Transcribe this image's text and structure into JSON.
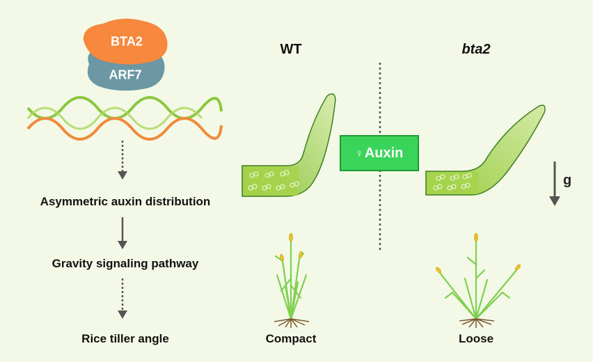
{
  "proteins": {
    "top": "BTA2",
    "bottom": "ARF7"
  },
  "pathway_steps": [
    "Asymmetric auxin distribution",
    "Gravity signaling pathway",
    "Rice tiller angle"
  ],
  "columns": {
    "left": "WT",
    "right": "bta2"
  },
  "auxin_box": {
    "symbol": "♀",
    "label": "Auxin"
  },
  "gravity_label": "g",
  "phenotypes": {
    "left": "Compact",
    "right": "Loose"
  },
  "colors": {
    "bta2": "#f7883d",
    "arf7": "#6b98a4",
    "dna_strand_a": "#f08a3c",
    "dna_strand_b": "#8cc63f",
    "auxin_box": "#3bd45a",
    "tiller_fill": "#a6d44a",
    "plant": "#7fcf4f",
    "panicle": "#e6c22c",
    "roots": "#7a5a2f"
  }
}
